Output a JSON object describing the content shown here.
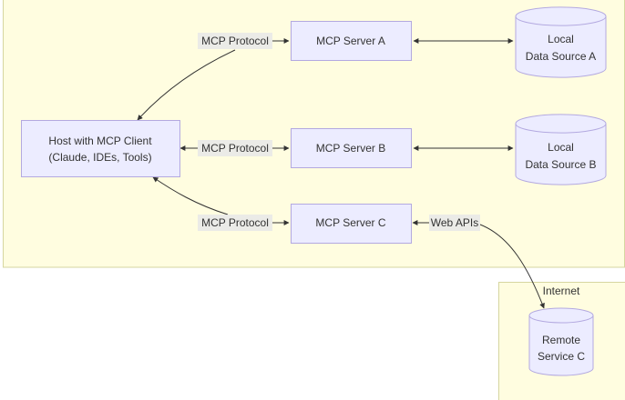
{
  "diagram": {
    "clusters": {
      "local": {
        "label": ""
      },
      "internet": {
        "label": "Internet"
      }
    },
    "nodes": {
      "host": {
        "line1": "Host with MCP Client",
        "line2": "(Claude, IDEs, Tools)",
        "shape": "rect"
      },
      "server_a": {
        "label": "MCP Server A",
        "shape": "rect"
      },
      "server_b": {
        "label": "MCP Server B",
        "shape": "rect"
      },
      "server_c": {
        "label": "MCP Server C",
        "shape": "rect"
      },
      "data_a": {
        "line1": "Local",
        "line2": "Data Source A",
        "shape": "cylinder"
      },
      "data_b": {
        "line1": "Local",
        "line2": "Data Source B",
        "shape": "cylinder"
      },
      "remote_c": {
        "line1": "Remote",
        "line2": "Service C",
        "shape": "cylinder"
      }
    },
    "edges": [
      {
        "from": "host",
        "to": "server_a",
        "label": "MCP Protocol",
        "direction": "both"
      },
      {
        "from": "host",
        "to": "server_b",
        "label": "MCP Protocol",
        "direction": "both"
      },
      {
        "from": "host",
        "to": "server_c",
        "label": "MCP Protocol",
        "direction": "both"
      },
      {
        "from": "server_a",
        "to": "data_a",
        "label": "",
        "direction": "both"
      },
      {
        "from": "server_b",
        "to": "data_b",
        "label": "",
        "direction": "both"
      },
      {
        "from": "server_c",
        "to": "remote_c",
        "label": "Web APIs",
        "direction": "both"
      }
    ],
    "colors": {
      "cluster_fill": "#fffde0",
      "node_fill": "#ececff",
      "node_stroke": "#b3a9e0",
      "edge": "#333333"
    }
  }
}
